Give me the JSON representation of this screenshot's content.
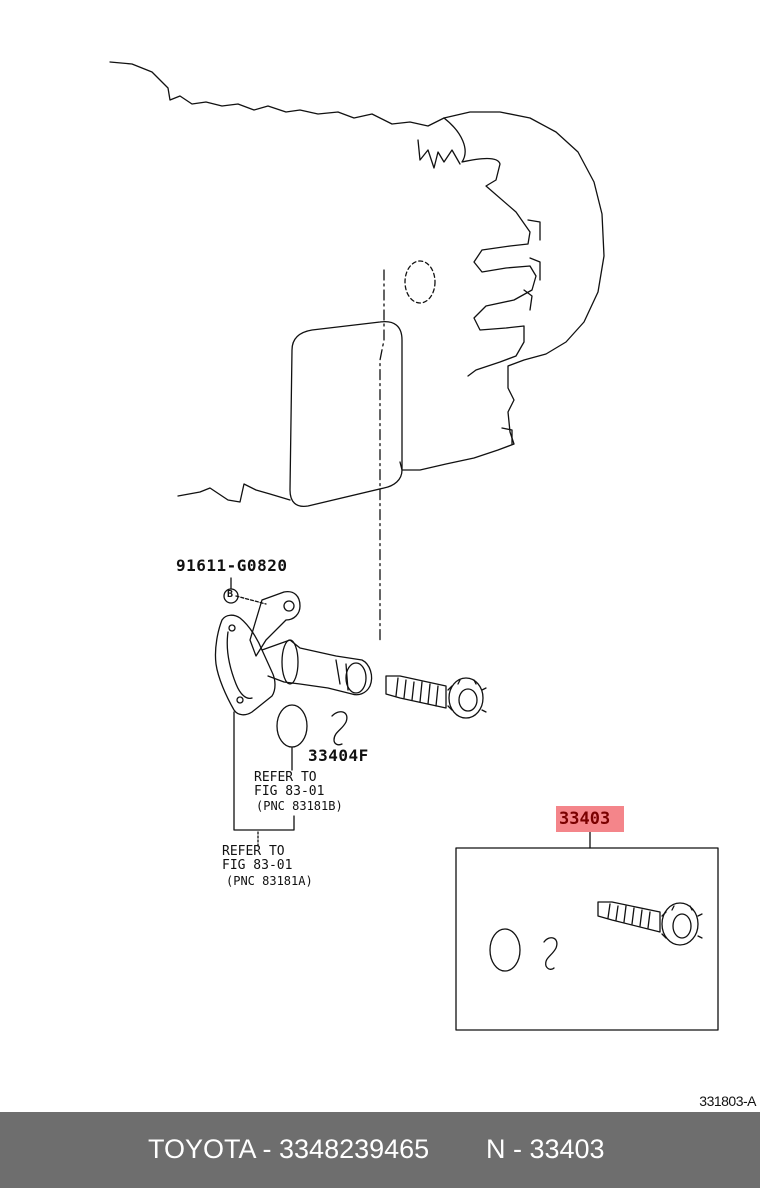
{
  "labels": {
    "bolt_part": "91611-G0820",
    "bolt_marker": "B",
    "kit_part": "33404F",
    "refer_b_line1": "REFER TO",
    "refer_b_line2": "FIG 83-01",
    "refer_b_line3": "(PNC 83181B)",
    "refer_a_line1": "REFER TO",
    "refer_a_line2": "FIG 83-01",
    "refer_a_line3": "(PNC 83181A)",
    "highlighted_part": "33403",
    "diagram_code": "331803-A"
  },
  "footer": {
    "left_text": "TOYOTA - 3348239465",
    "right_text": "N - 33403"
  },
  "colors": {
    "highlight": "#f4858a",
    "highlight_text": "#7a0000",
    "footer_bg": "#6e6e6e",
    "footer_text": "#ffffff",
    "line": "#111111"
  }
}
